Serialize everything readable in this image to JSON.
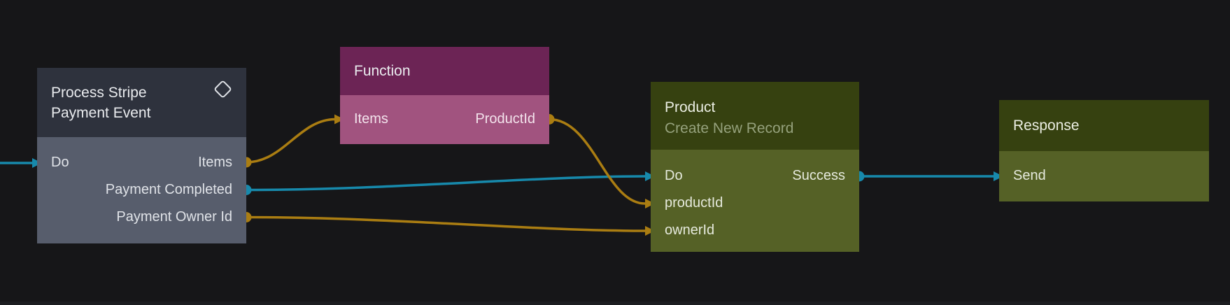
{
  "app": {
    "view": "workflow-canvas"
  },
  "colors": {
    "background": "#161618",
    "slate_header": "#2e323d",
    "slate_body": "#575d6c",
    "magenta_header": "#6c2455",
    "magenta_body": "#a1537f",
    "olive_header": "#364110",
    "olive_body": "#556126",
    "subtitle_green": "#95a17c",
    "edge_gold": "#aa7d12",
    "edge_teal": "#1789ab",
    "text": "#e9ebee"
  },
  "nodes": [
    {
      "title": "Process Stripe Payment Event",
      "icon": "diamond-icon",
      "rows": [
        {
          "input": "Do",
          "output": "Items"
        },
        {
          "output": "Payment Completed"
        },
        {
          "output": "Payment Owner Id"
        }
      ]
    },
    {
      "title": "Function",
      "rows": [
        {
          "input": "Items",
          "output": "ProductId"
        }
      ]
    },
    {
      "title": "Product",
      "subtitle": "Create New Record",
      "rows": [
        {
          "input": "Do",
          "output": "Success"
        },
        {
          "input": "productId"
        },
        {
          "input": "ownerId"
        }
      ]
    },
    {
      "title": "Response",
      "rows": [
        {
          "input": "Send"
        }
      ]
    }
  ],
  "connections": [
    {
      "from": "canvas-left",
      "to": "Process Stripe Payment Event.Do",
      "color": "teal"
    },
    {
      "from": "Process Stripe Payment Event.Items",
      "to": "Function.Items",
      "color": "gold"
    },
    {
      "from": "Process Stripe Payment Event.Payment Completed",
      "to": "Product.Do",
      "color": "teal"
    },
    {
      "from": "Process Stripe Payment Event.Payment Owner Id",
      "to": "Product.ownerId",
      "color": "gold"
    },
    {
      "from": "Function.ProductId",
      "to": "Product.productId",
      "color": "gold"
    },
    {
      "from": "Product.Success",
      "to": "Response.Send",
      "color": "teal"
    }
  ]
}
